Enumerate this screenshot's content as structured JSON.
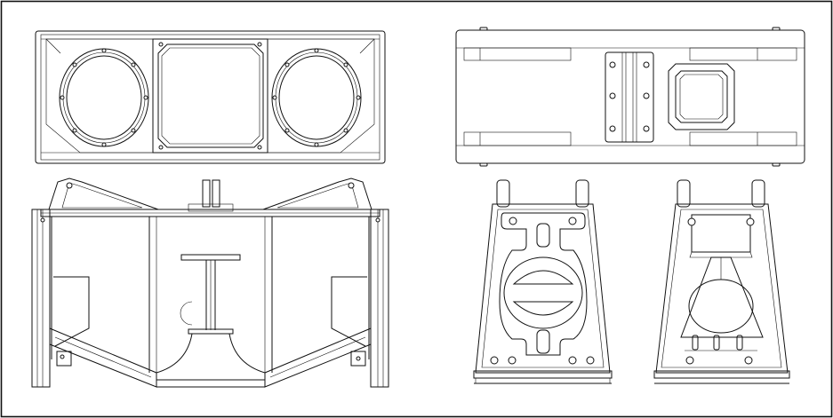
{
  "drawing": {
    "views": [
      "front-view",
      "top-view",
      "side-view",
      "rear-bracket-view",
      "front-bracket-view"
    ],
    "line_color": "#111111",
    "background": "#ffffff",
    "texts": []
  }
}
